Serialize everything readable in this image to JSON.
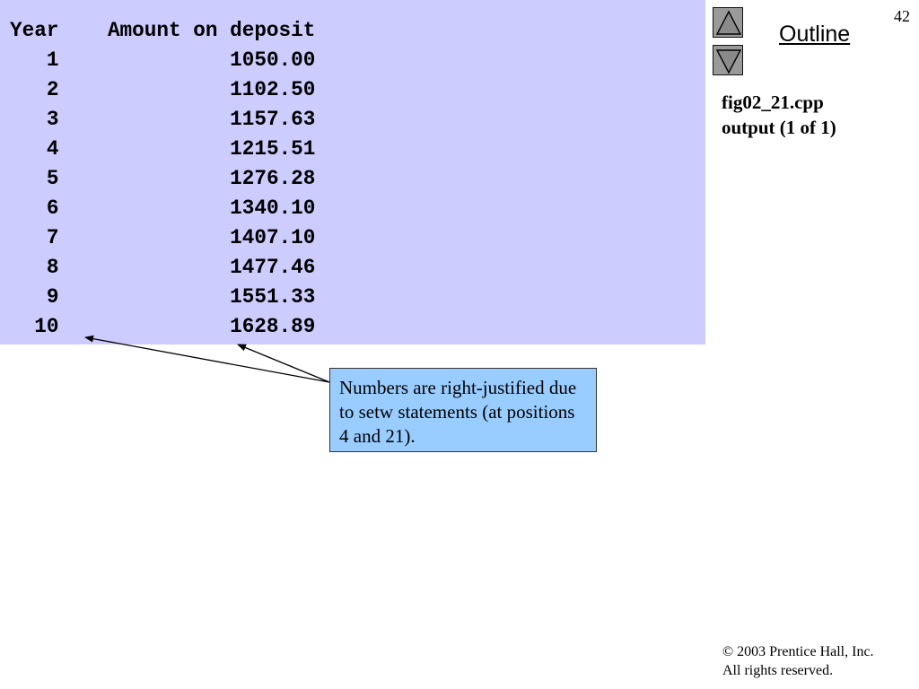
{
  "page_number": "42",
  "navigation": {
    "outline_label": "Outline",
    "up_button": "triangle-up-icon",
    "down_button": "triangle-down-icon"
  },
  "figure": {
    "filename": "fig02_21.cpp",
    "caption": "output (1 of 1)"
  },
  "program_output": {
    "header": {
      "year": "Year",
      "amount": "Amount on deposit"
    },
    "rows": [
      {
        "year": "1",
        "amount": "1050.00"
      },
      {
        "year": "2",
        "amount": "1102.50"
      },
      {
        "year": "3",
        "amount": "1157.63"
      },
      {
        "year": "4",
        "amount": "1215.51"
      },
      {
        "year": "5",
        "amount": "1276.28"
      },
      {
        "year": "6",
        "amount": "1340.10"
      },
      {
        "year": "7",
        "amount": "1407.10"
      },
      {
        "year": "8",
        "amount": "1477.46"
      },
      {
        "year": "9",
        "amount": "1551.33"
      },
      {
        "year": "10",
        "amount": "1628.89"
      }
    ]
  },
  "callout": {
    "text": "Numbers are right-justified due to setw statements (at positions 4 and 21)."
  },
  "copyright": {
    "line1": "© 2003 Prentice Hall, Inc.",
    "line2": "All rights reserved."
  },
  "colors": {
    "output_background": "#ccccff",
    "callout_background": "#99ccff",
    "nav_button": "#9a9a9a"
  }
}
